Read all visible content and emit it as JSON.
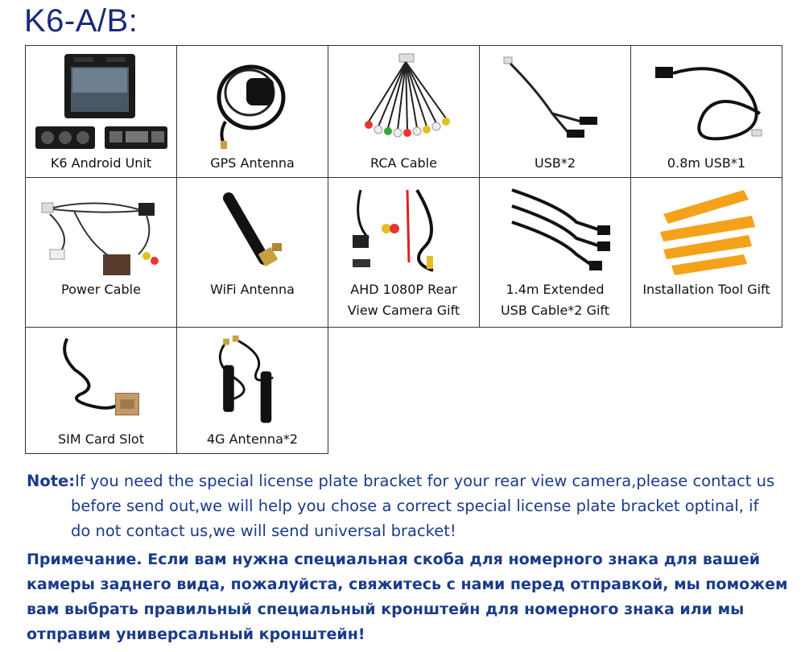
{
  "title": "K6-A/B:",
  "items": [
    {
      "label": "K6 Android Unit"
    },
    {
      "label": "GPS Antenna"
    },
    {
      "label": "RCA Cable"
    },
    {
      "label": "USB*2"
    },
    {
      "label": "0.8m USB*1"
    },
    {
      "label": "Power Cable"
    },
    {
      "label": "WiFi Antenna"
    },
    {
      "label_line1": "AHD 1080P Rear",
      "label_line2": "View Camera Gift"
    },
    {
      "label_line1": "1.4m Extended",
      "label_line2": "USB Cable*2 Gift"
    },
    {
      "label": "Installation Tool Gift"
    },
    {
      "label": "SIM Card Slot"
    },
    {
      "label": "4G Antenna*2"
    }
  ],
  "note_en": {
    "key": "Note:",
    "line1": "If you need the special license plate bracket for your rear view camera,please contact us",
    "line2": "before send out,we will help you chose a correct special license plate bracket optinal, if",
    "line3": "do not contact us,we will send universal bracket!"
  },
  "note_ru": {
    "line1": "Примечание. Если вам нужна специальная скоба для номерного знака для вашей",
    "line2": "камеры заднего вида, пожалуйста, свяжитесь с нами перед отправкой, мы поможем",
    "line3": "вам выбрать правильный специальный кронштейн для номерного знака или мы",
    "line4": "отправим универсальный кронштейн!"
  },
  "colors": {
    "title": "#1a2a7a",
    "note": "#1a3b8a",
    "border": "#333333"
  }
}
